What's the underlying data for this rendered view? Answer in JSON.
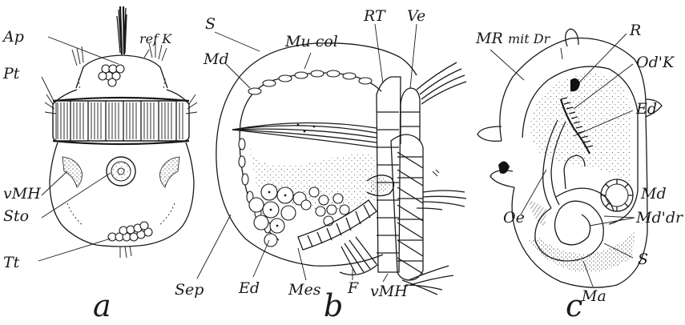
{
  "figure": {
    "panels": [
      {
        "letter": "a",
        "labels": [
          "Ap",
          "ref K",
          "Pt",
          "vMH",
          "Sto",
          "Tt"
        ]
      },
      {
        "letter": "b",
        "labels": [
          "S",
          "Mu col",
          "RT",
          "Ve",
          "Md",
          "Sep",
          "Ed",
          "Mes",
          "F",
          "vMH"
        ]
      },
      {
        "letter": "c",
        "labels": [
          "MR",
          "mit Dr",
          "R",
          "Od'K",
          "Ed",
          "Md",
          "Md'dr",
          "Oe",
          "S",
          "Ma"
        ]
      }
    ]
  }
}
